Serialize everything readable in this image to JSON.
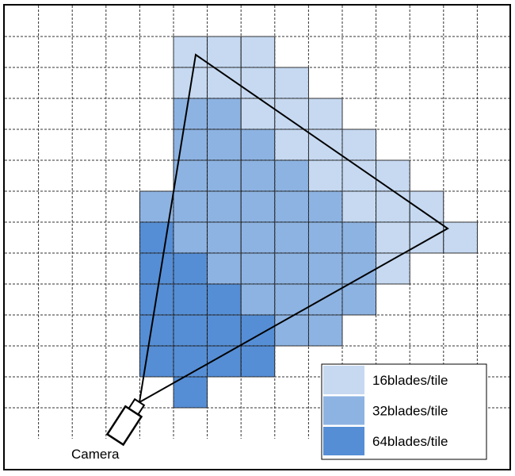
{
  "colors": {
    "background": "#ffffff",
    "grid_line": "#333333",
    "low": "#c6d9f1",
    "medium": "#8db3e2",
    "high": "#558ed5",
    "frustum_line": "#000000"
  },
  "levels": {
    "1": "low",
    "2": "medium",
    "3": "high"
  },
  "tile_map": [
    "000000000000000",
    "000001110000000",
    "000001111000000",
    "000002211100000",
    "000002221110000",
    "000002222111000",
    "000022222211100",
    "000032222221110",
    "000033222221000",
    "000033322220000",
    "000033332200000",
    "000033330000000",
    "000003000000000",
    "000000000000000"
  ],
  "camera": {
    "label": "Camera",
    "icon": "camera-icon"
  },
  "legend": [
    {
      "label": "16blades/tile",
      "level": "low"
    },
    {
      "label": "32blades/tile",
      "level": "medium"
    },
    {
      "label": "64blades/tile",
      "level": "high"
    }
  ]
}
